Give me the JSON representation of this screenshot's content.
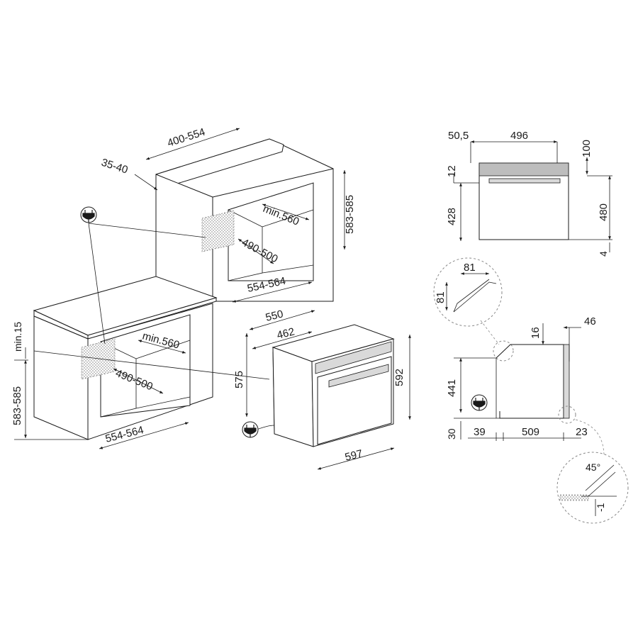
{
  "dimensions": {
    "niche_wall": {
      "width_range": "400-554",
      "side_gap": "35-40",
      "height": "583-585",
      "depth_min": "min.560",
      "inner_depth": "490-500",
      "width": "554-564"
    },
    "niche_base": {
      "min_top": "min.15",
      "height": "583-585",
      "depth_min": "min.560",
      "inner_depth": "490-500",
      "width": "554-564"
    },
    "oven": {
      "depth": "550",
      "body_depth": "462",
      "height_side": "575",
      "height_front": "592",
      "width": "597"
    },
    "side_view": {
      "offset": "50,5",
      "depth": "496",
      "top_clear": "100",
      "front_top": "12",
      "front_height": "428",
      "height": "480",
      "bottom": "4"
    },
    "detail_top": {
      "a": "81",
      "b": "81"
    },
    "section": {
      "top": "16",
      "door": "46",
      "height": "441",
      "base": "30",
      "left": "39",
      "depth": "509",
      "right": "23"
    },
    "detail_bottom": {
      "angle": "45°",
      "offset": "-1"
    }
  }
}
